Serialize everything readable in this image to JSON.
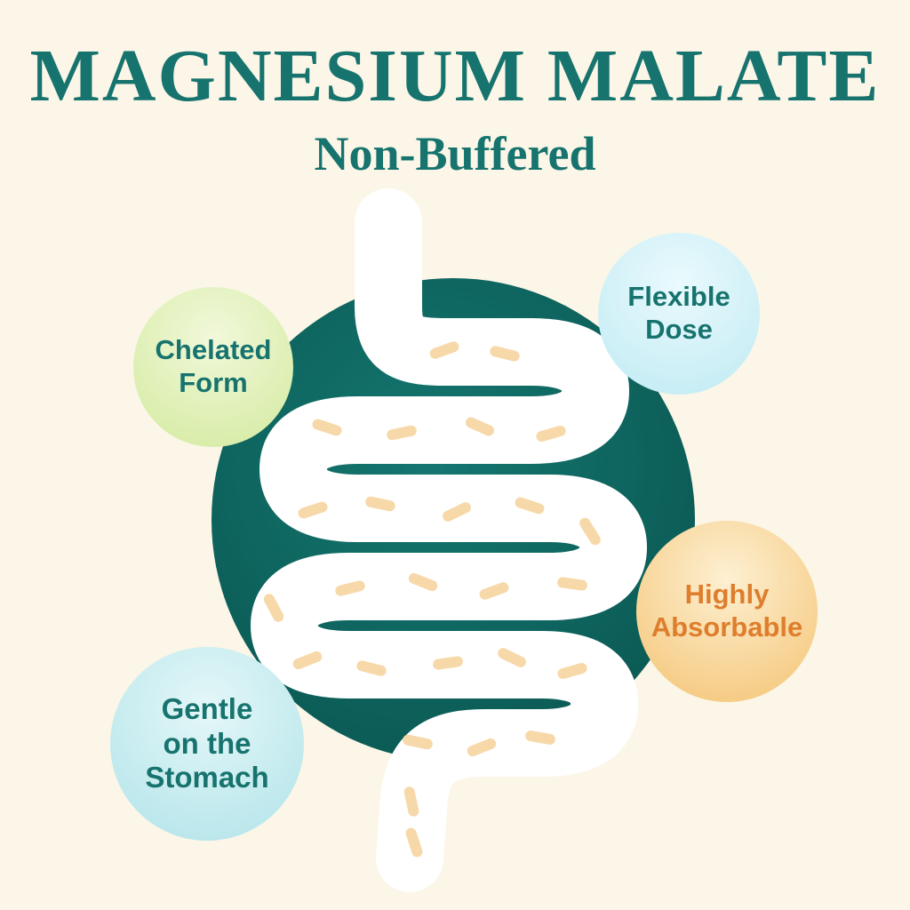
{
  "title": "MAGNESIUM MALATE",
  "subtitle": "Non-Buffered",
  "colors": {
    "background": "#fbf6e7",
    "title": "#17736e",
    "subtitle": "#17736e"
  },
  "illustration": {
    "name": "intestines-icon",
    "circle_color_light": "#147770",
    "circle_color_dark": "#0b5853",
    "tube_color": "#ffffff",
    "particle_color": "#f7d8a8"
  },
  "bubbles": [
    {
      "label": "Chelated Form",
      "lines": [
        "Chelated",
        "Form"
      ],
      "bg_inner": "#f1f8da",
      "bg_outer": "#d3ea9e",
      "text_color": "#17736e"
    },
    {
      "label": "Flexible Dose",
      "lines": [
        "Flexible",
        "Dose"
      ],
      "bg_inner": "#eafafd",
      "bg_outer": "#bfeaf3",
      "text_color": "#17736e"
    },
    {
      "label": "Highly Absorbable",
      "lines": [
        "Highly",
        "Absorbable"
      ],
      "bg_inner": "#fdf0d2",
      "bg_outer": "#f4c372",
      "text_color": "#de7e2d"
    },
    {
      "label": "Gentle on the Stomach",
      "lines": [
        "Gentle",
        "on the",
        "Stomach"
      ],
      "bg_inner": "#e4f7f8",
      "bg_outer": "#b0e3e9",
      "text_color": "#17736e"
    }
  ]
}
